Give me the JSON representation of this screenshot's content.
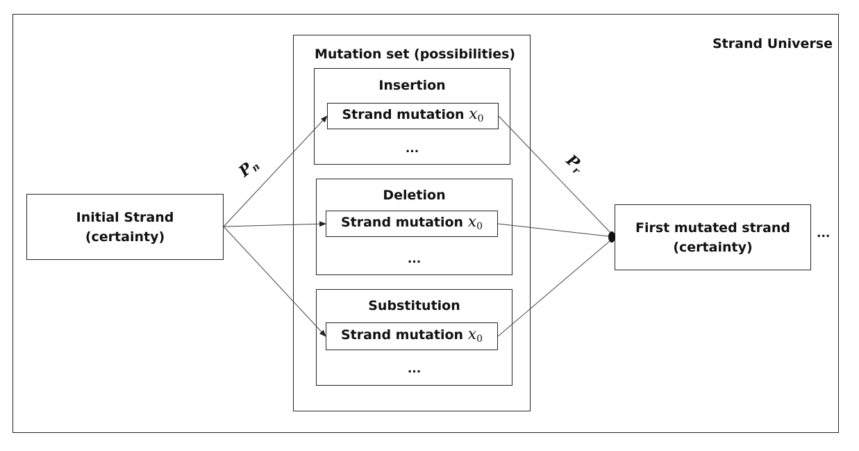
{
  "universe": {
    "title": "Strand Universe"
  },
  "initial": {
    "line1": "Initial Strand",
    "line2": "(certainty)"
  },
  "mutation_set": {
    "title": "Mutation set (possibilities)",
    "groups": [
      {
        "title": "Insertion",
        "item_text": "Strand mutation ",
        "item_var": "x",
        "item_sub": "0",
        "ellipsis": "..."
      },
      {
        "title": "Deletion",
        "item_text": "Strand mutation ",
        "item_var": "x",
        "item_sub": "0",
        "ellipsis": "..."
      },
      {
        "title": "Substitution",
        "item_text": "Strand mutation ",
        "item_var": "x",
        "item_sub": "0",
        "ellipsis": "..."
      }
    ]
  },
  "first_mutated": {
    "line1": "First mutated strand",
    "line2": "(certainty)",
    "trailing": "..."
  },
  "edges": {
    "pn": {
      "symbol": "P",
      "sub": "n"
    },
    "pr": {
      "symbol": "P",
      "sub": "r"
    }
  }
}
